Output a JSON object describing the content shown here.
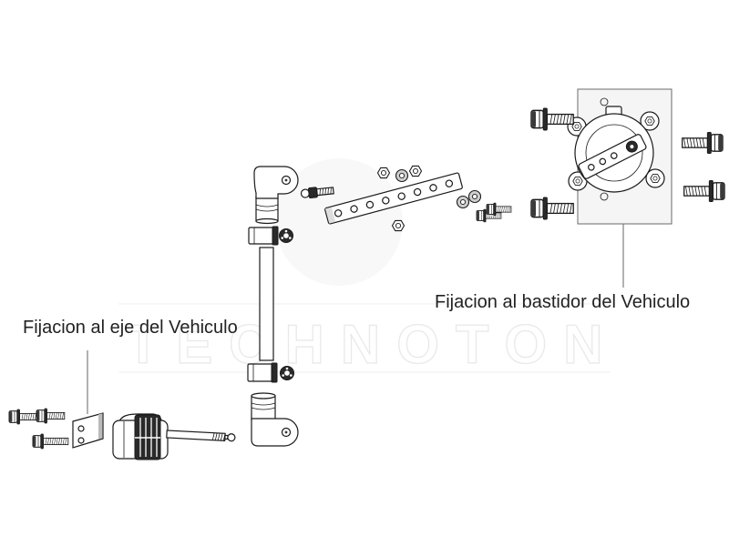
{
  "labels": {
    "frame_mount": "Fijacion al bastidor del Vehiculo",
    "axle_mount": "Fijacion al eje del Vehiculo"
  },
  "watermark": "TECHNOTON",
  "colors": {
    "line": "#1a1a1a",
    "label_text": "#222222",
    "dark_part": "#2a2a2a",
    "plate_fill": "#f5f5f5",
    "watermark": "#e9e9e9"
  }
}
